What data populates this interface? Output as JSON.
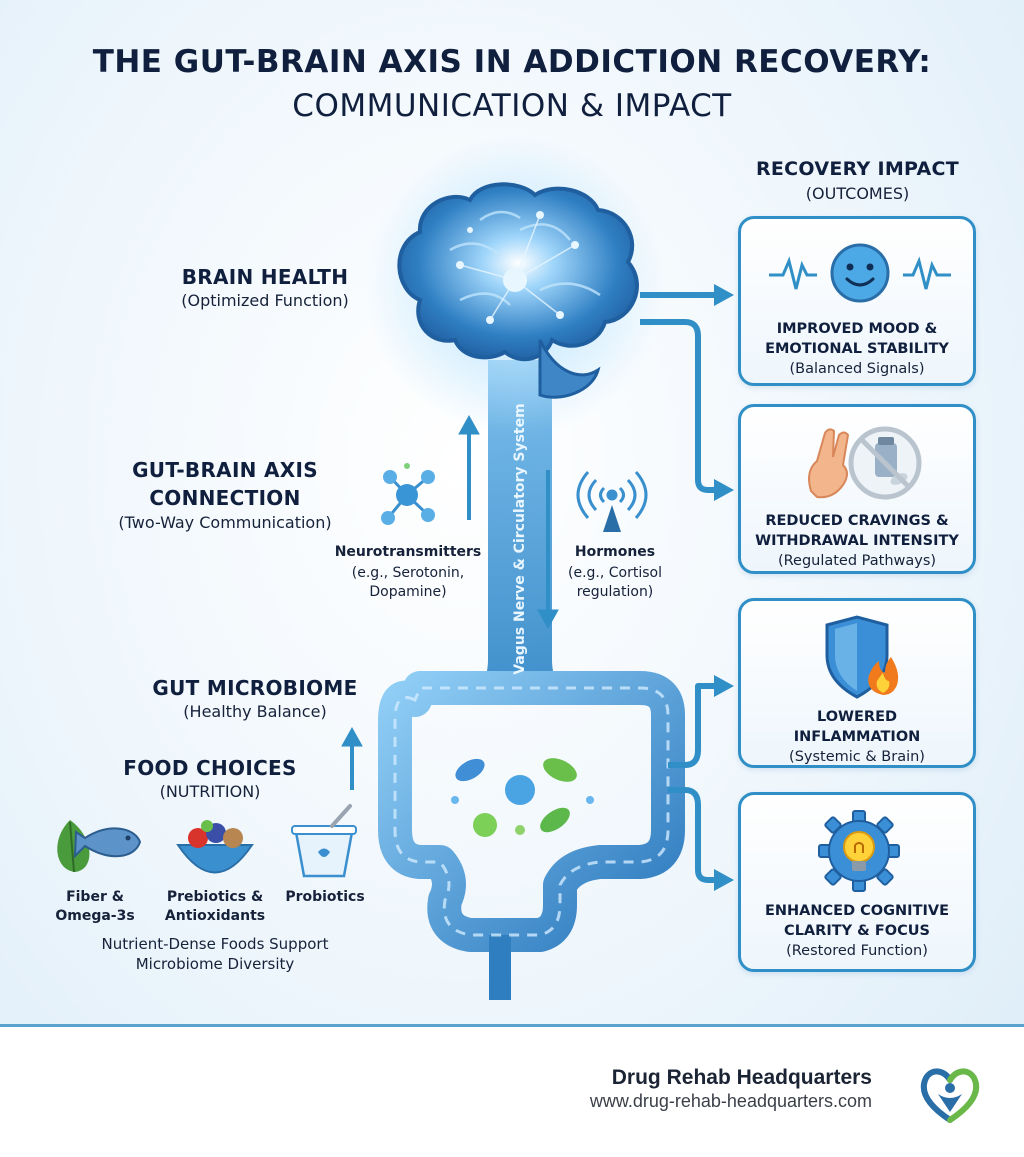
{
  "title": {
    "line1": "THE GUT-BRAIN AXIS IN ADDICTION RECOVERY:",
    "line2": "COMMUNICATION & IMPACT"
  },
  "brain": {
    "heading": "BRAIN HEALTH",
    "sub": "(Optimized Function)"
  },
  "axis": {
    "heading_line1": "GUT-BRAIN AXIS",
    "heading_line2": "CONNECTION",
    "sub": "(Two-Way Communication)"
  },
  "vagus_label": "Vagus Nerve & Circulatory System",
  "neuro": {
    "title": "Neurotransmitters",
    "line2": "(e.g., Serotonin,",
    "line3": "Dopamine)"
  },
  "hormones": {
    "title": "Hormones",
    "line2": "(e.g., Cortisol",
    "line3": "regulation)"
  },
  "gut": {
    "heading": "GUT MICROBIOME",
    "sub": "(Healthy Balance)"
  },
  "food": {
    "heading": "FOOD CHOICES",
    "sub": "(NUTRITION)",
    "items": [
      {
        "line1": "Fiber &",
        "line2": "Omega-3s"
      },
      {
        "line1": "Prebiotics &",
        "line2": "Antioxidants"
      },
      {
        "line1": "Probiotics",
        "line2": ""
      }
    ],
    "note_line1": "Nutrient-Dense Foods Support",
    "note_line2": "Microbiome Diversity"
  },
  "recovery": {
    "heading": "RECOVERY IMPACT",
    "sub": "(OUTCOMES)",
    "cards": [
      {
        "line1": "IMPROVED MOOD &",
        "line2": "EMOTIONAL STABILITY",
        "sub": "(Balanced Signals)",
        "icon": "smiley-heartbeat-icon"
      },
      {
        "line1": "REDUCED CRAVINGS &",
        "line2": "WITHDRAWAL INTENSITY",
        "sub": "(Regulated Pathways)",
        "icon": "stop-hand-no-pills-icon"
      },
      {
        "line1": "LOWERED",
        "line2": "INFLAMMATION",
        "sub": "(Systemic & Brain)",
        "icon": "shield-flame-icon"
      },
      {
        "line1": "ENHANCED COGNITIVE",
        "line2": "CLARITY & FOCUS",
        "sub": "(Restored Function)",
        "icon": "gear-lightbulb-icon"
      }
    ]
  },
  "footer": {
    "name": "Drug Rehab Headquarters",
    "url": "www.drug-rehab-headquarters.com",
    "logo": "heart-person-logo-icon"
  },
  "colors": {
    "accent": "#2f8fc6",
    "navy": "#0f1f3d",
    "glow": "#4fb0ea"
  }
}
